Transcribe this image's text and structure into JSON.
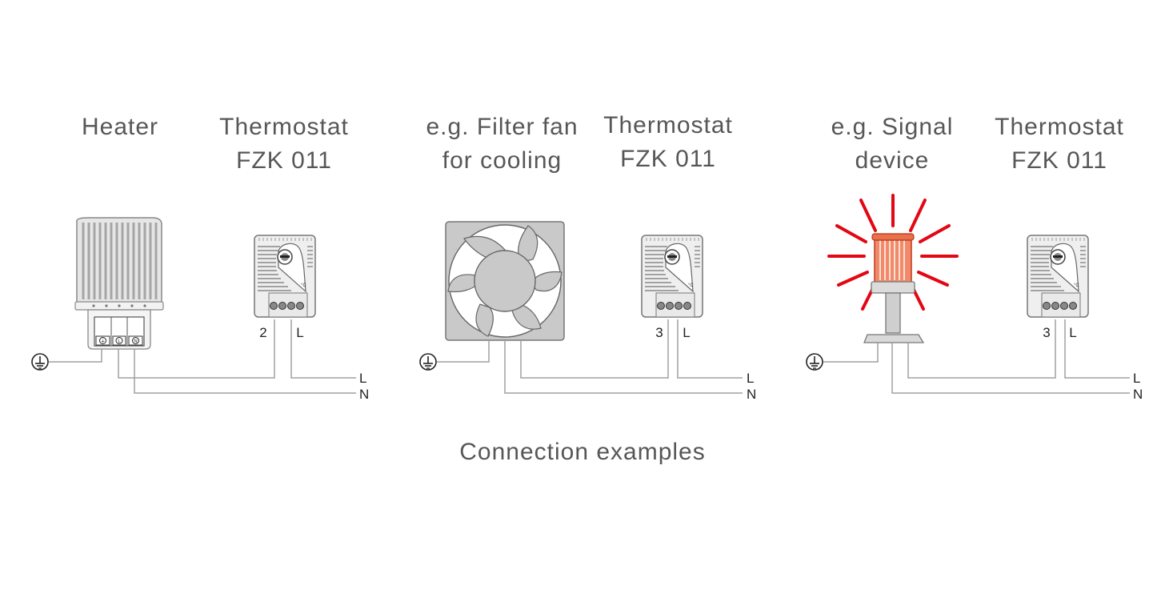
{
  "examples": [
    {
      "device_label": [
        "Heater"
      ],
      "thermostat_label": [
        "Thermostat",
        "FZK 011"
      ],
      "terminal_number": "2",
      "line_label": "L",
      "wire_labels": [
        "L",
        "N"
      ],
      "heater_terminals": [
        "⏚",
        "L",
        "N"
      ]
    },
    {
      "device_label": [
        "e.g. Filter fan",
        "for cooling"
      ],
      "thermostat_label": [
        "Thermostat",
        "FZK 011"
      ],
      "terminal_number": "3",
      "line_label": "L",
      "wire_labels": [
        "L",
        "N"
      ]
    },
    {
      "device_label": [
        "e.g. Signal",
        "device"
      ],
      "thermostat_label": [
        "Thermostat",
        "FZK 011"
      ],
      "terminal_number": "3",
      "line_label": "L",
      "wire_labels": [
        "L",
        "N"
      ]
    }
  ],
  "caption": "Connection examples",
  "colors": {
    "text": "#575757",
    "wire": "#9a9a9a",
    "device_grey": "#c8c8c8",
    "signal_red": "#e30613"
  }
}
